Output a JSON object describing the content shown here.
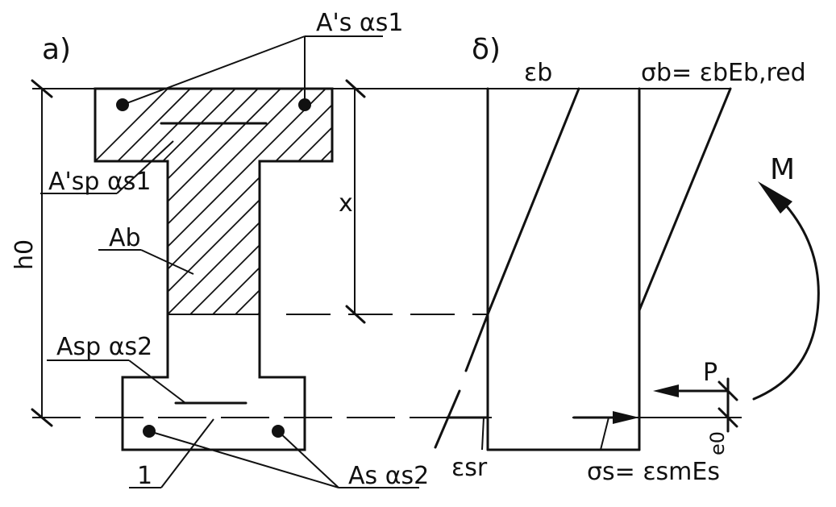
{
  "panels": {
    "a_label": "a)",
    "b_label": "δ)"
  },
  "labels": {
    "top_rebar": "A's αs1",
    "top_prestress": "A'sp αs1",
    "concrete_area": "Ab",
    "bottom_prestress": "Asp αs2",
    "bottom_rebar": "As αs2",
    "x": "x",
    "h0": "h0",
    "item_1": "1",
    "eps_b": "εb",
    "sigma_b": "σb= εbEb,red",
    "eps_sr": "εsr",
    "sigma_s": "σs= εsmEs",
    "moment": "M",
    "force": "P",
    "e0": "e0"
  }
}
